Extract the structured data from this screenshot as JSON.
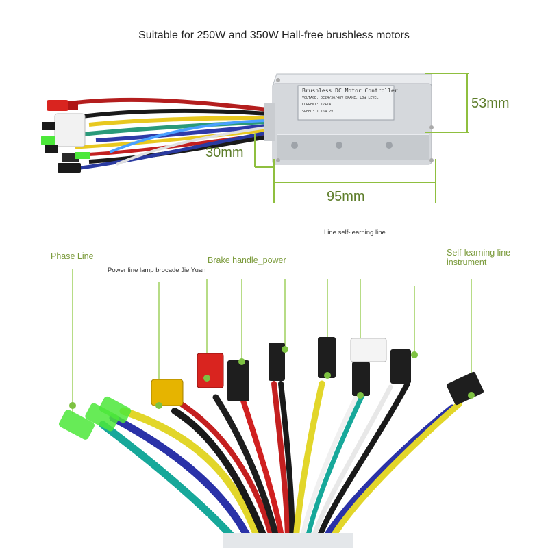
{
  "title": "Suitable for 250W and 350W Hall-free brushless motors",
  "controller": {
    "label_line1": "Brushless DC Motor Controller",
    "label_line2": "VOLTAGE: DC24/36/48V  BRAKE: LOW LEVEL",
    "label_line3": "CURRENT: 17±1A",
    "label_line4": "SPEED: 1.1~4.2V"
  },
  "dimensions": {
    "height": "53mm",
    "depth": "30mm",
    "length": "95mm"
  },
  "callouts": {
    "phase_line": "Phase Line",
    "power_line": "Power line lamp brocade Jie Yuan",
    "brake_power": "Brake handle_power",
    "self_learning_top": "Line self-learning line",
    "self_learning_instrument_1": "Self-learning line",
    "self_learning_instrument_2": "instrument"
  },
  "colors": {
    "dimension_line": "#8fbf3f",
    "callout_line": "#9acd5a",
    "callout_dot": "#7ec242",
    "phase_connector": "#4ce83a",
    "power_connector": "#e6b400",
    "brake_connector": "#d9241f",
    "aluminum": "#d5d8dc"
  },
  "icons": {
    "controller": "controller-box-icon",
    "connector": "wire-connector-icon"
  }
}
